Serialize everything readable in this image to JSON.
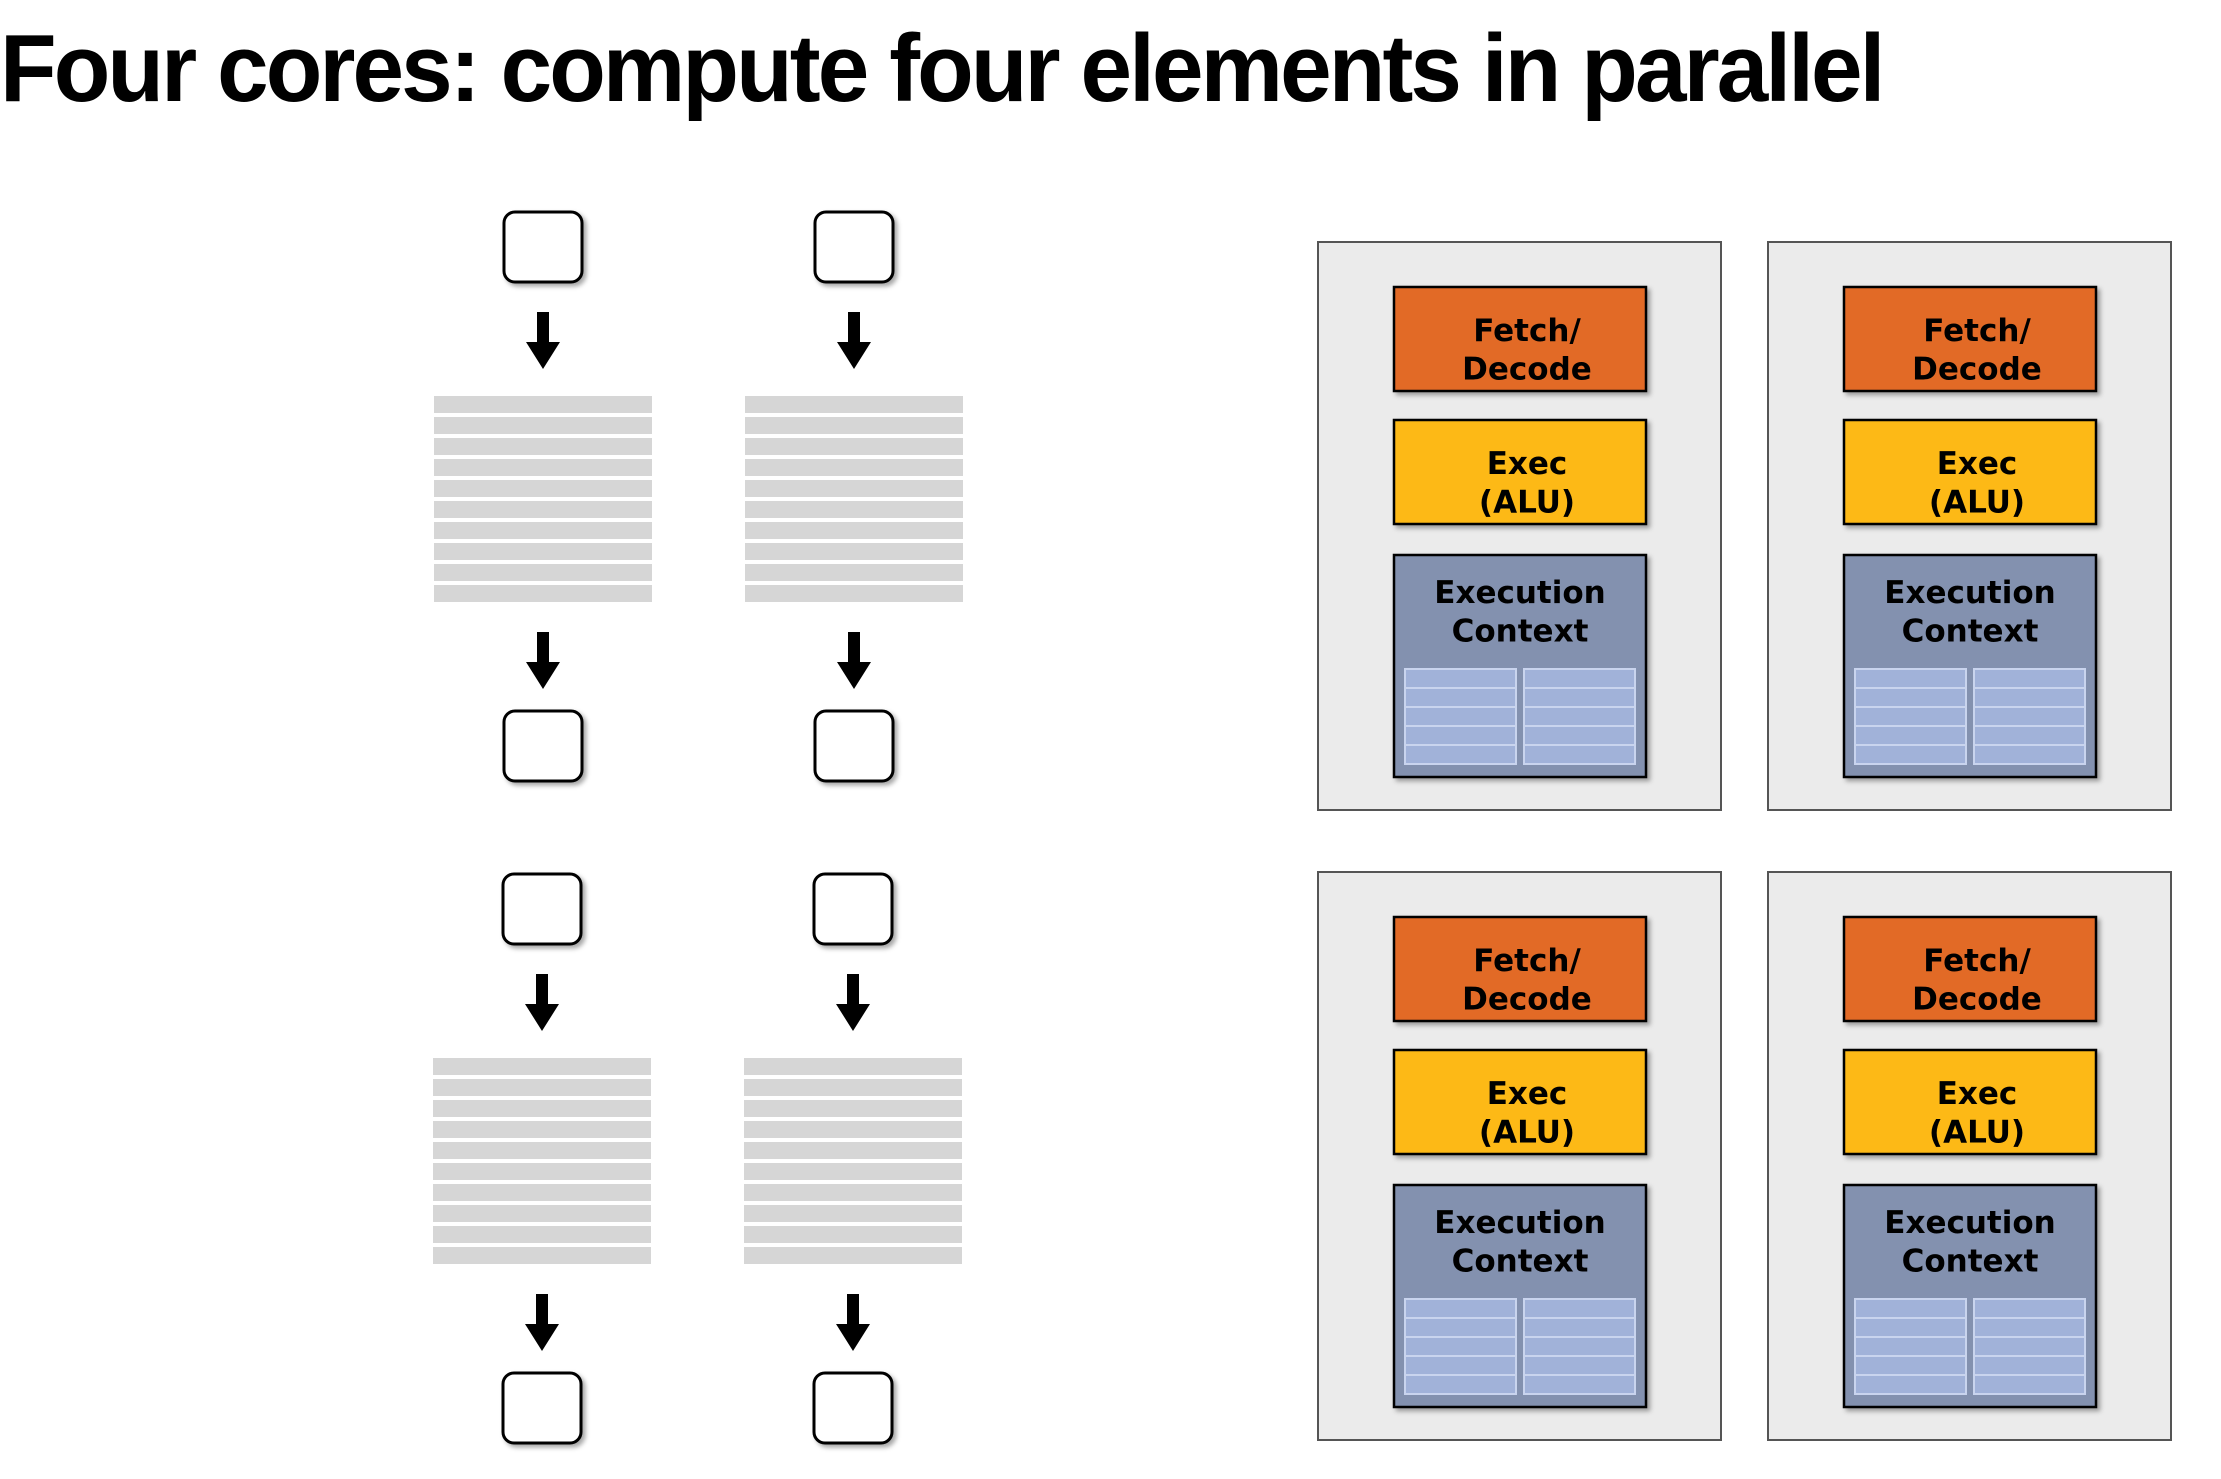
{
  "title": "Four cores: compute four elements in parallel",
  "colors": {
    "fetch": "#E26A25",
    "alu": "#FDB918",
    "context": "#8391AF",
    "context_cells": "#A1B2D9",
    "context_cell_lines": "#C9D4EE",
    "core_bg": "#EBEBEB",
    "core_border": "#555555",
    "instruction_stripe": "#D6D6D6",
    "arrow": "#000000"
  },
  "cores": [
    {
      "fetch_decode": [
        "Fetch/",
        "Decode"
      ],
      "exec_alu": [
        "Exec",
        "(ALU)"
      ],
      "execution_context": [
        "Execution",
        "Context"
      ]
    },
    {
      "fetch_decode": [
        "Fetch/",
        "Decode"
      ],
      "exec_alu": [
        "Exec",
        "(ALU)"
      ],
      "execution_context": [
        "Execution",
        "Context"
      ]
    },
    {
      "fetch_decode": [
        "Fetch/",
        "Decode"
      ],
      "exec_alu": [
        "Exec",
        "(ALU)"
      ],
      "execution_context": [
        "Execution",
        "Context"
      ]
    },
    {
      "fetch_decode": [
        "Fetch/",
        "Decode"
      ],
      "exec_alu": [
        "Exec",
        "(ALU)"
      ],
      "execution_context": [
        "Execution",
        "Context"
      ]
    }
  ]
}
